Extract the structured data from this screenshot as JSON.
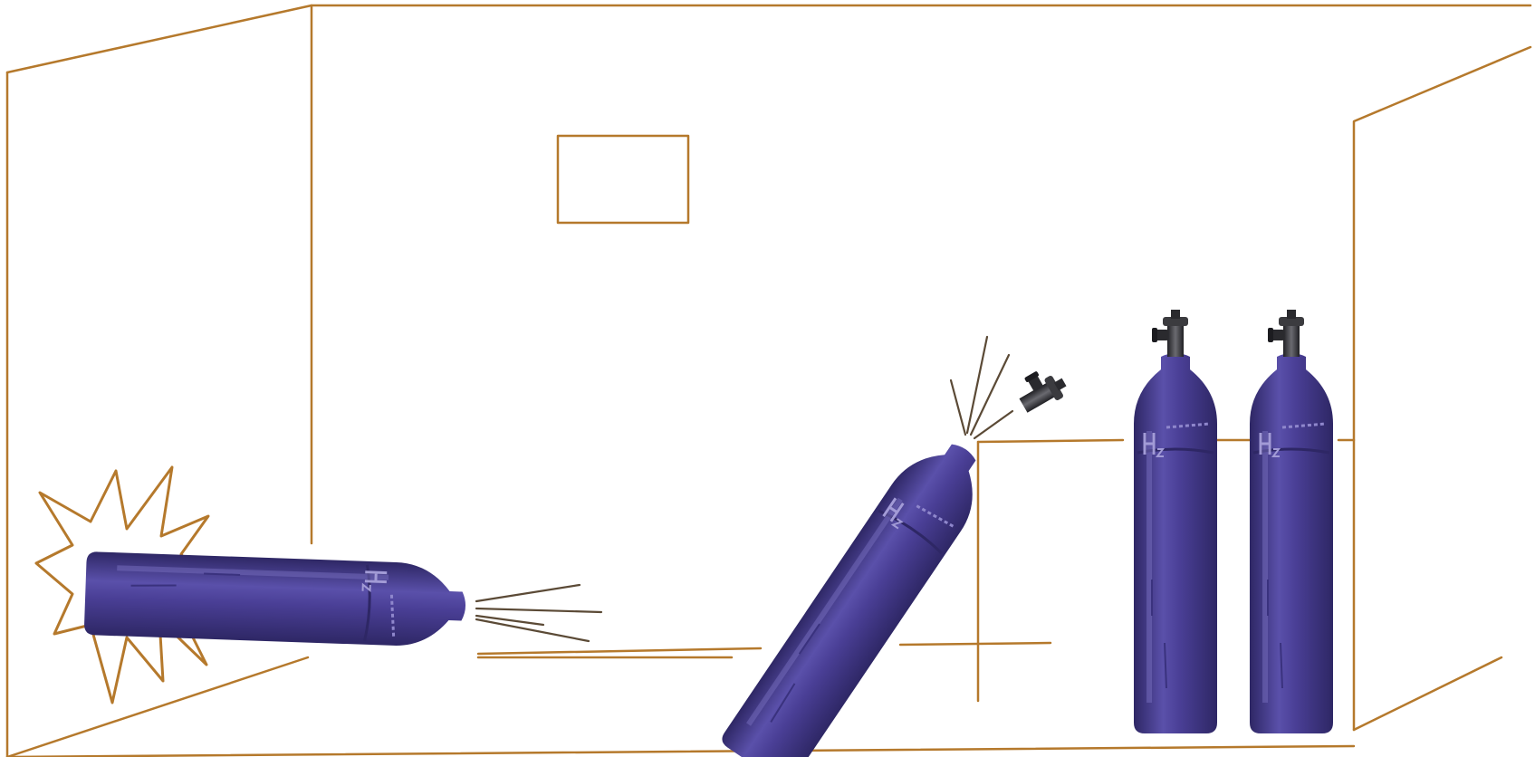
{
  "colors": {
    "background": "#ffffff",
    "room_outline": "#b5792c",
    "cylinder_body": "#4a3f96",
    "cylinder_highlight": "#6c62b6",
    "cylinder_shadow": "#2e2765",
    "cylinder_label": "#9a93cf",
    "valve": "#3b3b3f",
    "valve_highlight": "#6a6a70",
    "gas_jet": "#5b4a36",
    "explosion": "#b5792c"
  },
  "scene": {
    "room": {
      "icon": "room-outline"
    },
    "wall_window": {
      "icon": "window-rectangle"
    },
    "explosion": {
      "icon": "explosion-burst"
    },
    "cylinders": [
      {
        "id": "cylinder-fallen-left",
        "label": "H2",
        "state": "fallen, leaking",
        "valve": "broken off"
      },
      {
        "id": "cylinder-toppling",
        "label": "H2",
        "state": "toppling, leaking",
        "valve": "ejected"
      },
      {
        "id": "cylinder-upright-1",
        "label": "H2",
        "state": "upright",
        "valve": "attached"
      },
      {
        "id": "cylinder-upright-2",
        "label": "H2",
        "state": "upright",
        "valve": "attached"
      }
    ]
  }
}
